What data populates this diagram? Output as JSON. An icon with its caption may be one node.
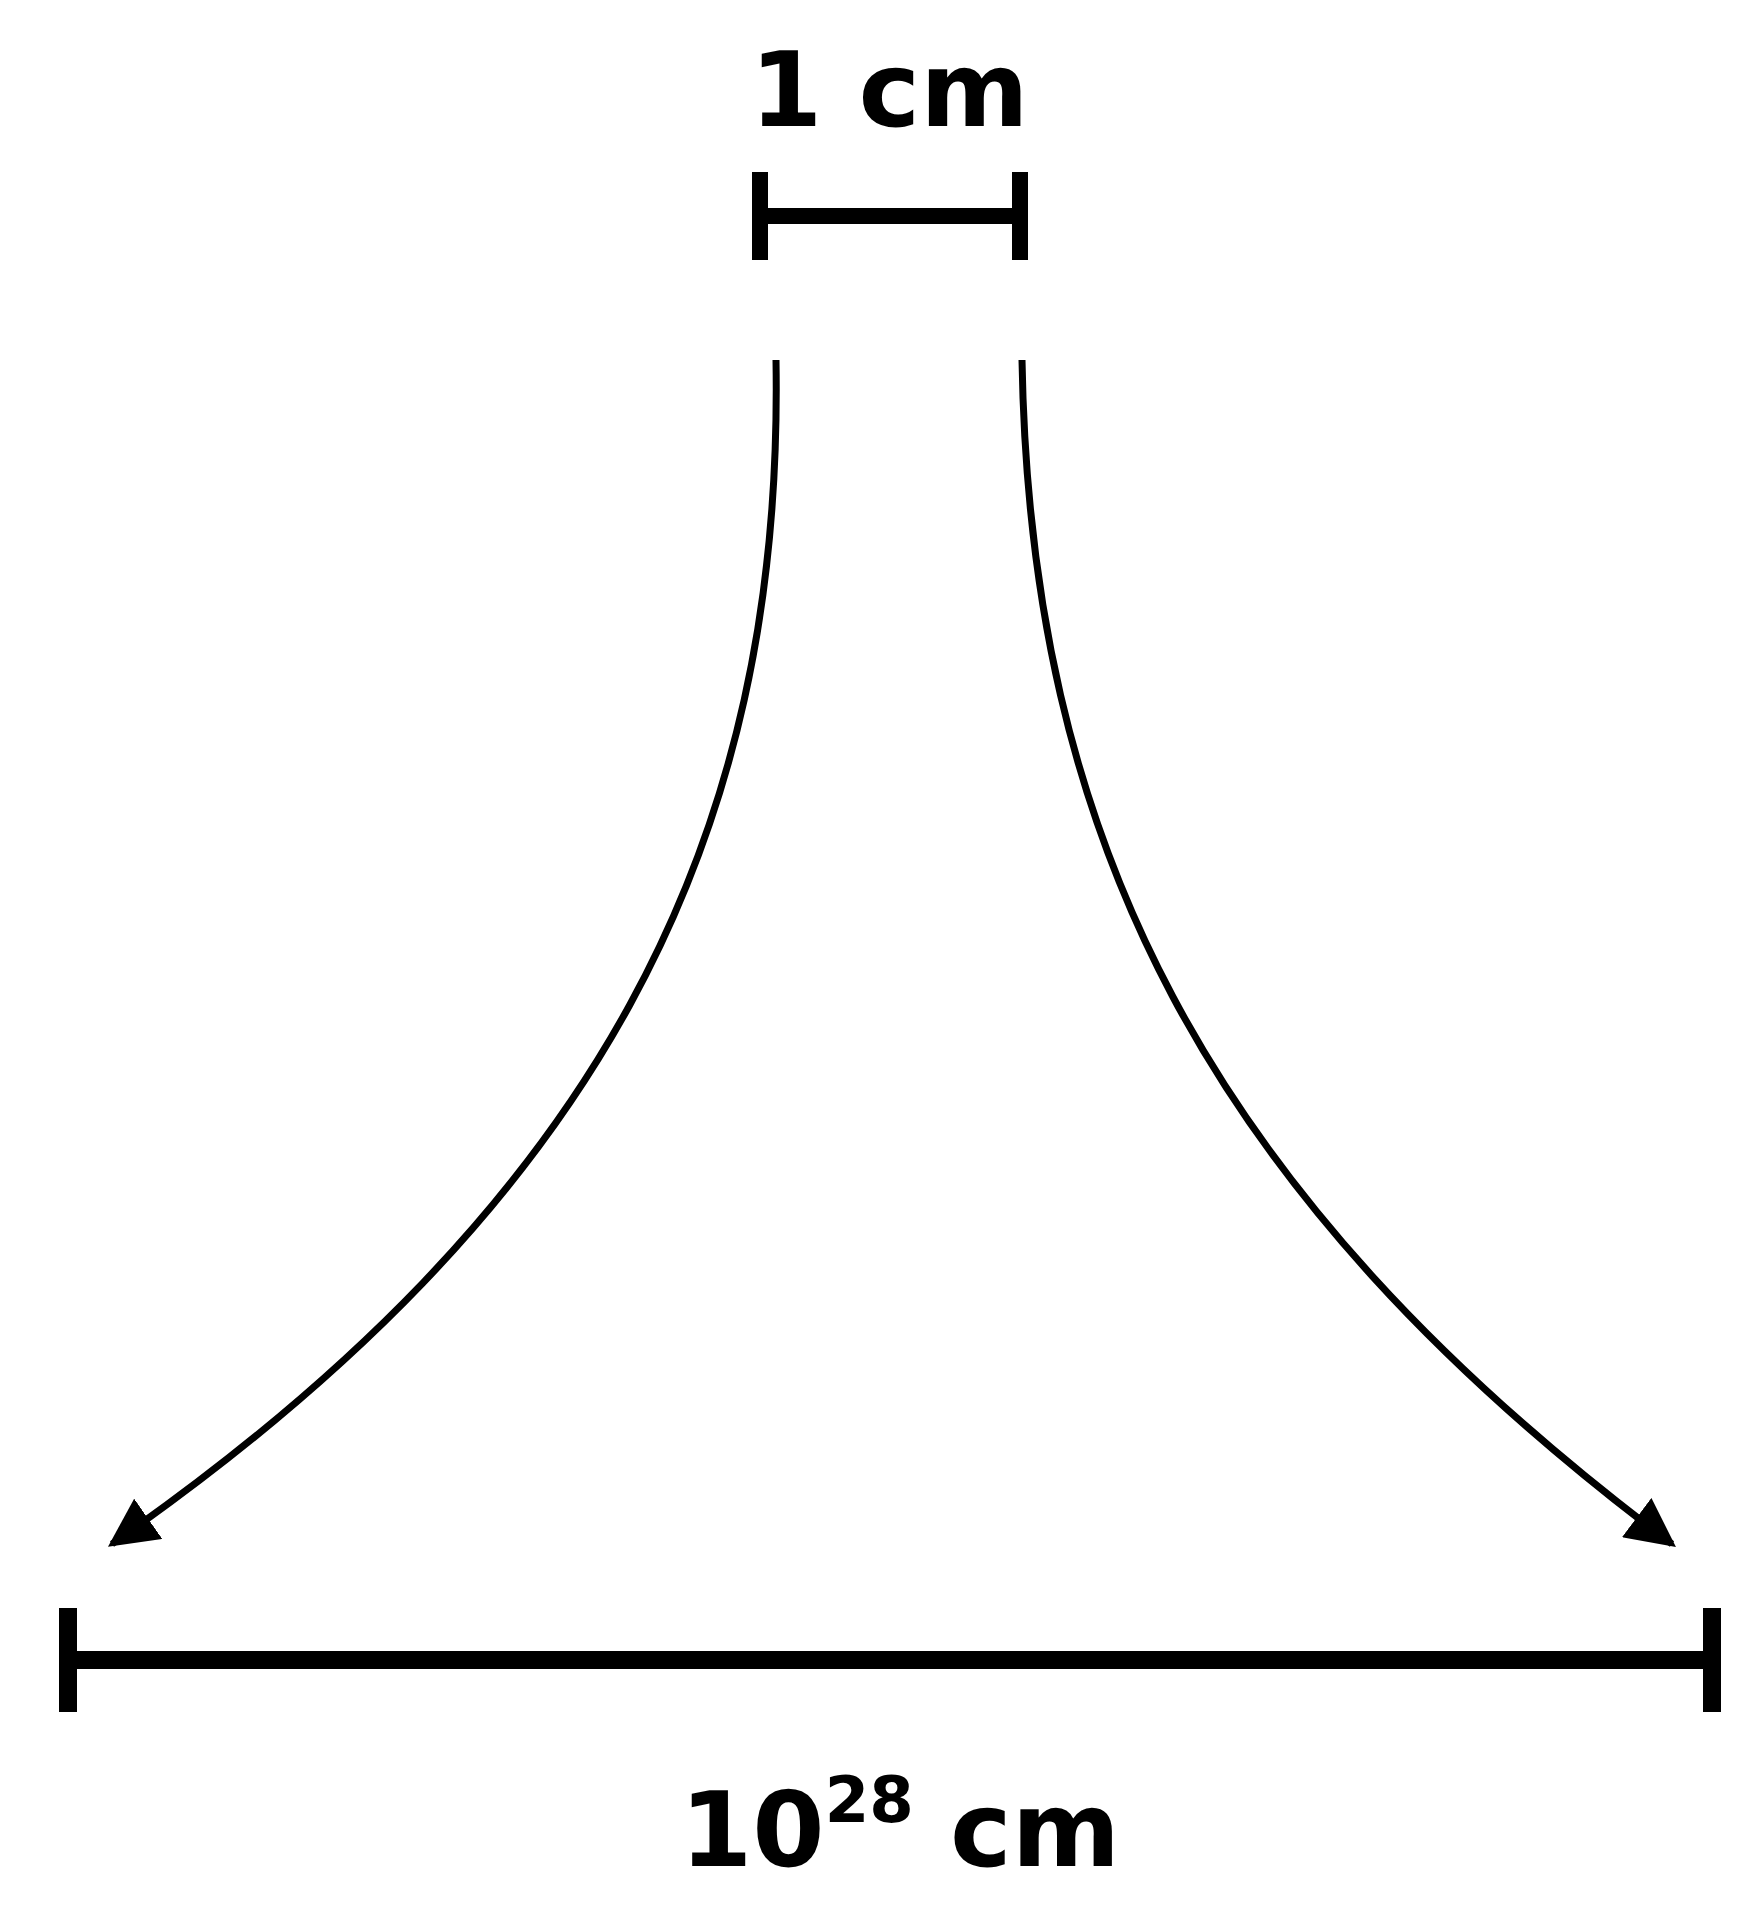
{
  "diagram": {
    "nodes": [
      {
        "text": [
          "1 cm"
        ]
      },
      {
        "text": [
          "10$^{28}$ cm"
        ]
      }
    ],
    "edges": [
      {
        "from": 0,
        "to": 1,
        "arrow": "to"
      },
      {
        "from": 0,
        "to": 1,
        "arrow": "to"
      }
    ]
  }
}
